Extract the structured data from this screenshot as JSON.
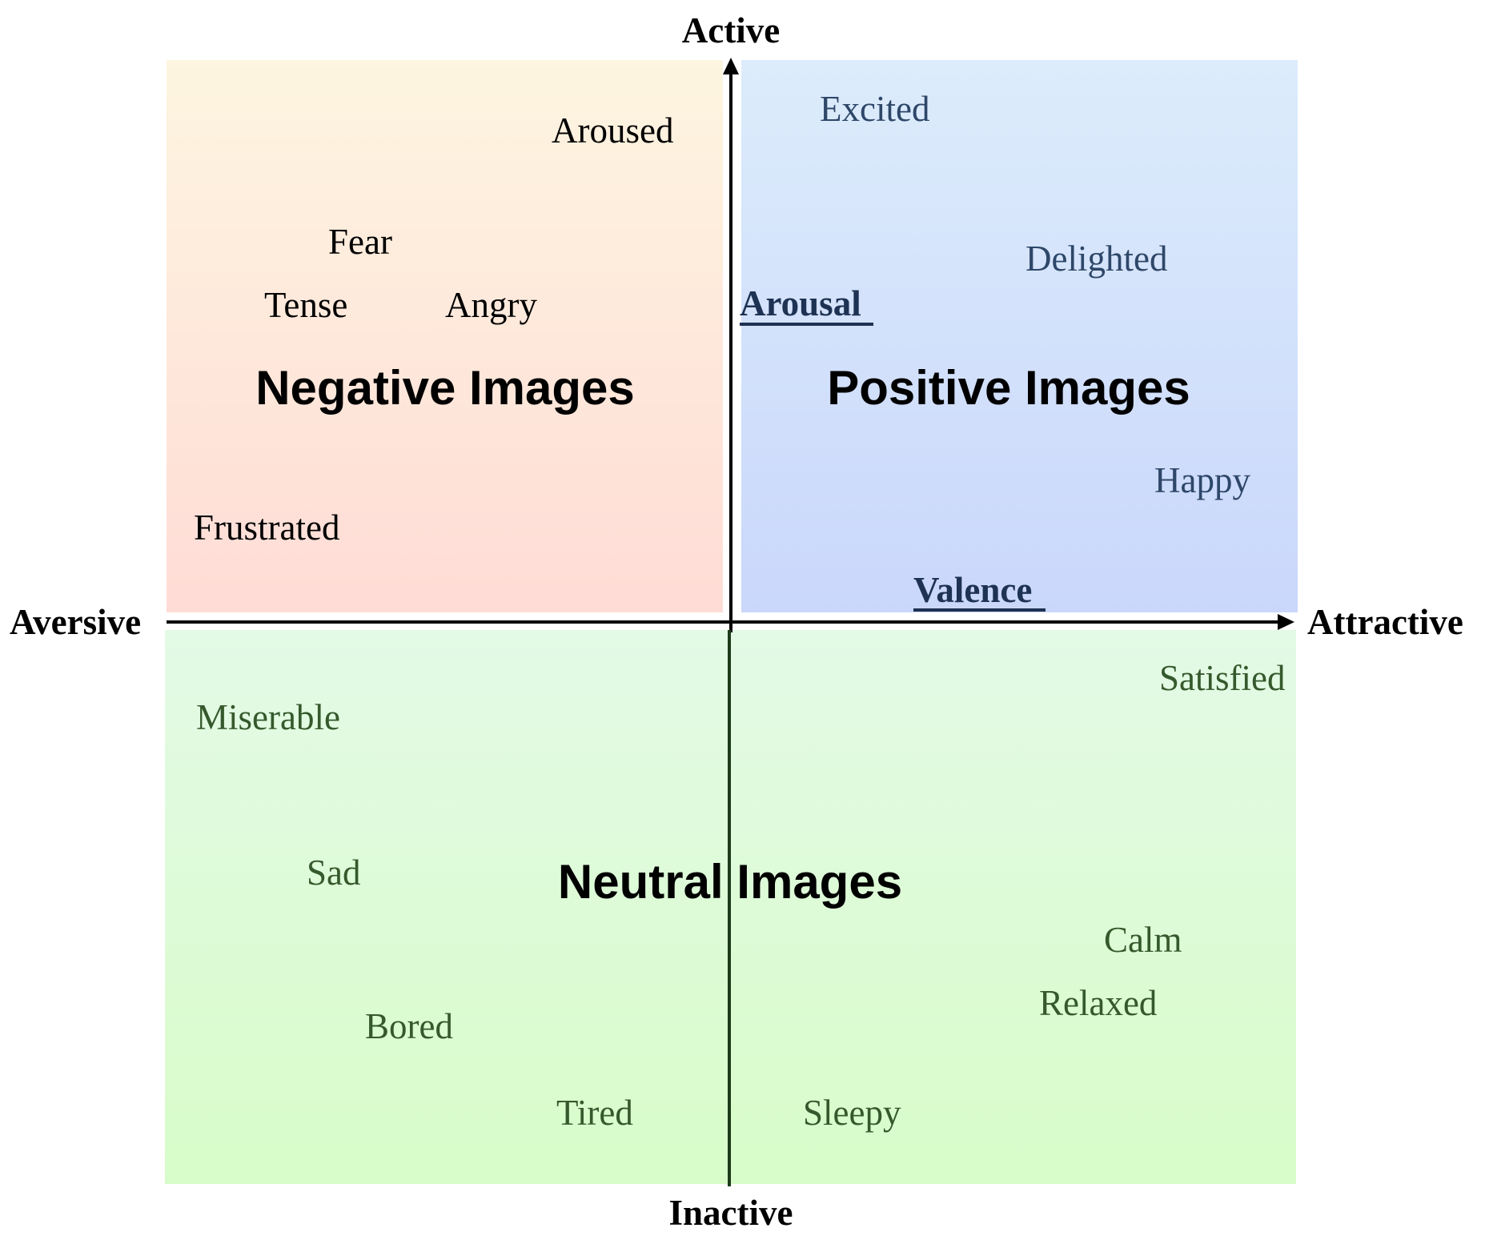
{
  "axes": {
    "top": "Active",
    "bottom": "Inactive",
    "left": "Aversive",
    "right": "Attractive"
  },
  "dimensions": {
    "arousal": "Arousal",
    "valence": "Valence"
  },
  "regions": {
    "negative": {
      "title": "Negative Images",
      "words": [
        "Aroused",
        "Fear",
        "Tense",
        "Angry",
        "Frustrated"
      ]
    },
    "positive": {
      "title": "Positive Images",
      "words": [
        "Excited",
        "Delighted",
        "Happy"
      ]
    },
    "neutral": {
      "title": "Neutral Images",
      "words": [
        "Satisfied",
        "Miserable",
        "Sad",
        "Calm",
        "Relaxed",
        "Bored",
        "Tired",
        "Sleepy"
      ]
    }
  },
  "colors": {
    "negative_top": "#fdf5e0",
    "negative_bottom": "#ffdcd6",
    "positive_top": "#dcecfb",
    "positive_bottom": "#cad7fb",
    "neutral_top": "#e3fae6",
    "neutral_bottom": "#d8fcc9",
    "negative_text": "#000000",
    "positive_text": "#2e4769",
    "neutral_text": "#35592c",
    "dimension_text": "#1e3253",
    "axis": "#000000"
  }
}
